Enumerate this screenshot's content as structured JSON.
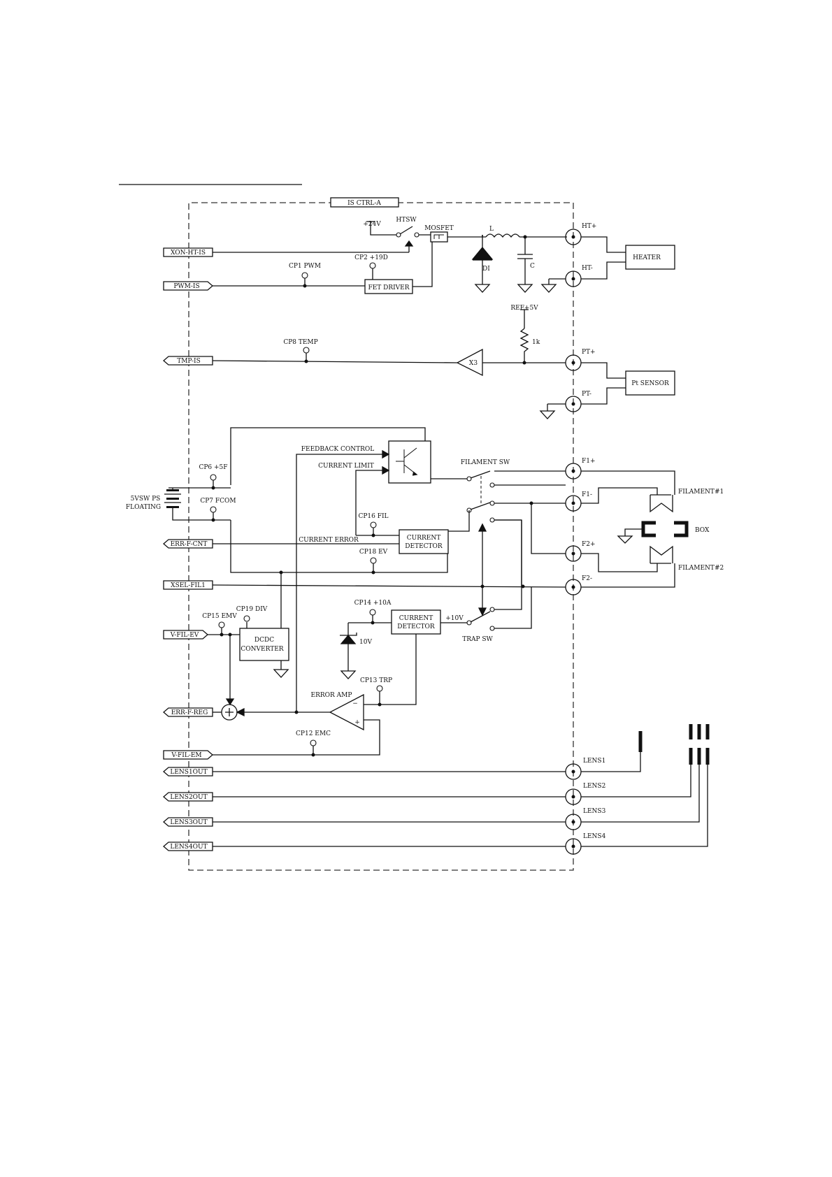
{
  "board_label": "IS CTRL-A",
  "signals": {
    "xon_ht_is": "XON-HT-IS",
    "pwm_is": "PWM-IS",
    "tmp_is": "TMP-IS",
    "err_f_cnt": "ERR-F-CNT",
    "xsel_fil1": "XSEL-FIL1",
    "v_fil_ev": "V-FIL-EV",
    "err_f_reg": "ERR-F-REG",
    "v_fil_em": "V-FIL-EM",
    "lens1out": "LENS1OUT",
    "lens2out": "LENS2OUT",
    "lens3out": "LENS3OUT",
    "lens4out": "LENS4OUT"
  },
  "blocks": {
    "fet_driver": "FET DRIVER",
    "heater": "HEATER",
    "pt_sensor": "Pt SENSOR",
    "x3": "X3",
    "current_detector_1": [
      "CURRENT",
      "DETECTOR"
    ],
    "current_detector_2": [
      "CURRENT",
      "DETECTOR"
    ],
    "dcdc": [
      "DCDC",
      "CONVERTER"
    ]
  },
  "labels": {
    "plus24v": "+24V",
    "htsw": "HTSW",
    "mosfet": "MOSFET",
    "L": "L",
    "di": "DI",
    "c": "C",
    "ref5v": "REF+5V",
    "one_k": "1k",
    "cp1": "CP1 PWM",
    "cp2": "CP2 +19D",
    "cp8": "CP8 TEMP",
    "cp6": "CP6 +5F",
    "cp7": "CP7 FCOM",
    "cp16": "CP16 FIL",
    "cp18": "CP18 EV",
    "cp14": "CP14 +10A",
    "cp15": "CP15 EMV",
    "cp19": "CP19 DIV",
    "cp13": "CP13 TRP",
    "cp12": "CP12 EMC",
    "feedback_control": "FEEDBACK CONTROL",
    "current_limit": "CURRENT LIMIT",
    "current_error": "CURRENT ERROR",
    "filament_sw": "FILAMENT SW",
    "trap_sw": "TRAP SW",
    "plus10v": "+10V",
    "z10v": "10V",
    "error_amp": "ERROR AMP",
    "supply_line1": "5VSW PS",
    "supply_line2": "FLOATING",
    "box": "BOX",
    "filament1": "FILAMENT#1",
    "filament2": "FILAMENT#2",
    "minus": "−",
    "plus": "+"
  },
  "connectors": {
    "ht_plus": "HT+",
    "ht_minus": "HT-",
    "pt_plus": "PT+",
    "pt_minus": "PT-",
    "f1_plus": "F1+",
    "f1_minus": "F1-",
    "f2_plus": "F2+",
    "f2_minus": "F2-",
    "lens1": "LENS1",
    "lens2": "LENS2",
    "lens3": "LENS3",
    "lens4": "LENS4"
  }
}
